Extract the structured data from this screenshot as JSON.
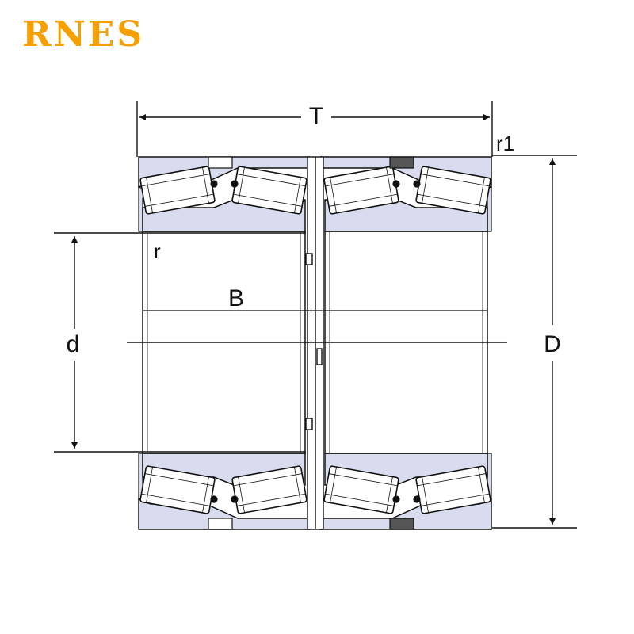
{
  "brand": {
    "name": "RNES",
    "color": "#F5A000"
  },
  "labels": {
    "T": "T",
    "r1": "r1",
    "r": "r",
    "B": "B",
    "d": "d",
    "D": "D"
  },
  "colors": {
    "ring_fill": "#D9DCEF",
    "roller_fill": "#FFFFFF",
    "line": "#111111"
  }
}
